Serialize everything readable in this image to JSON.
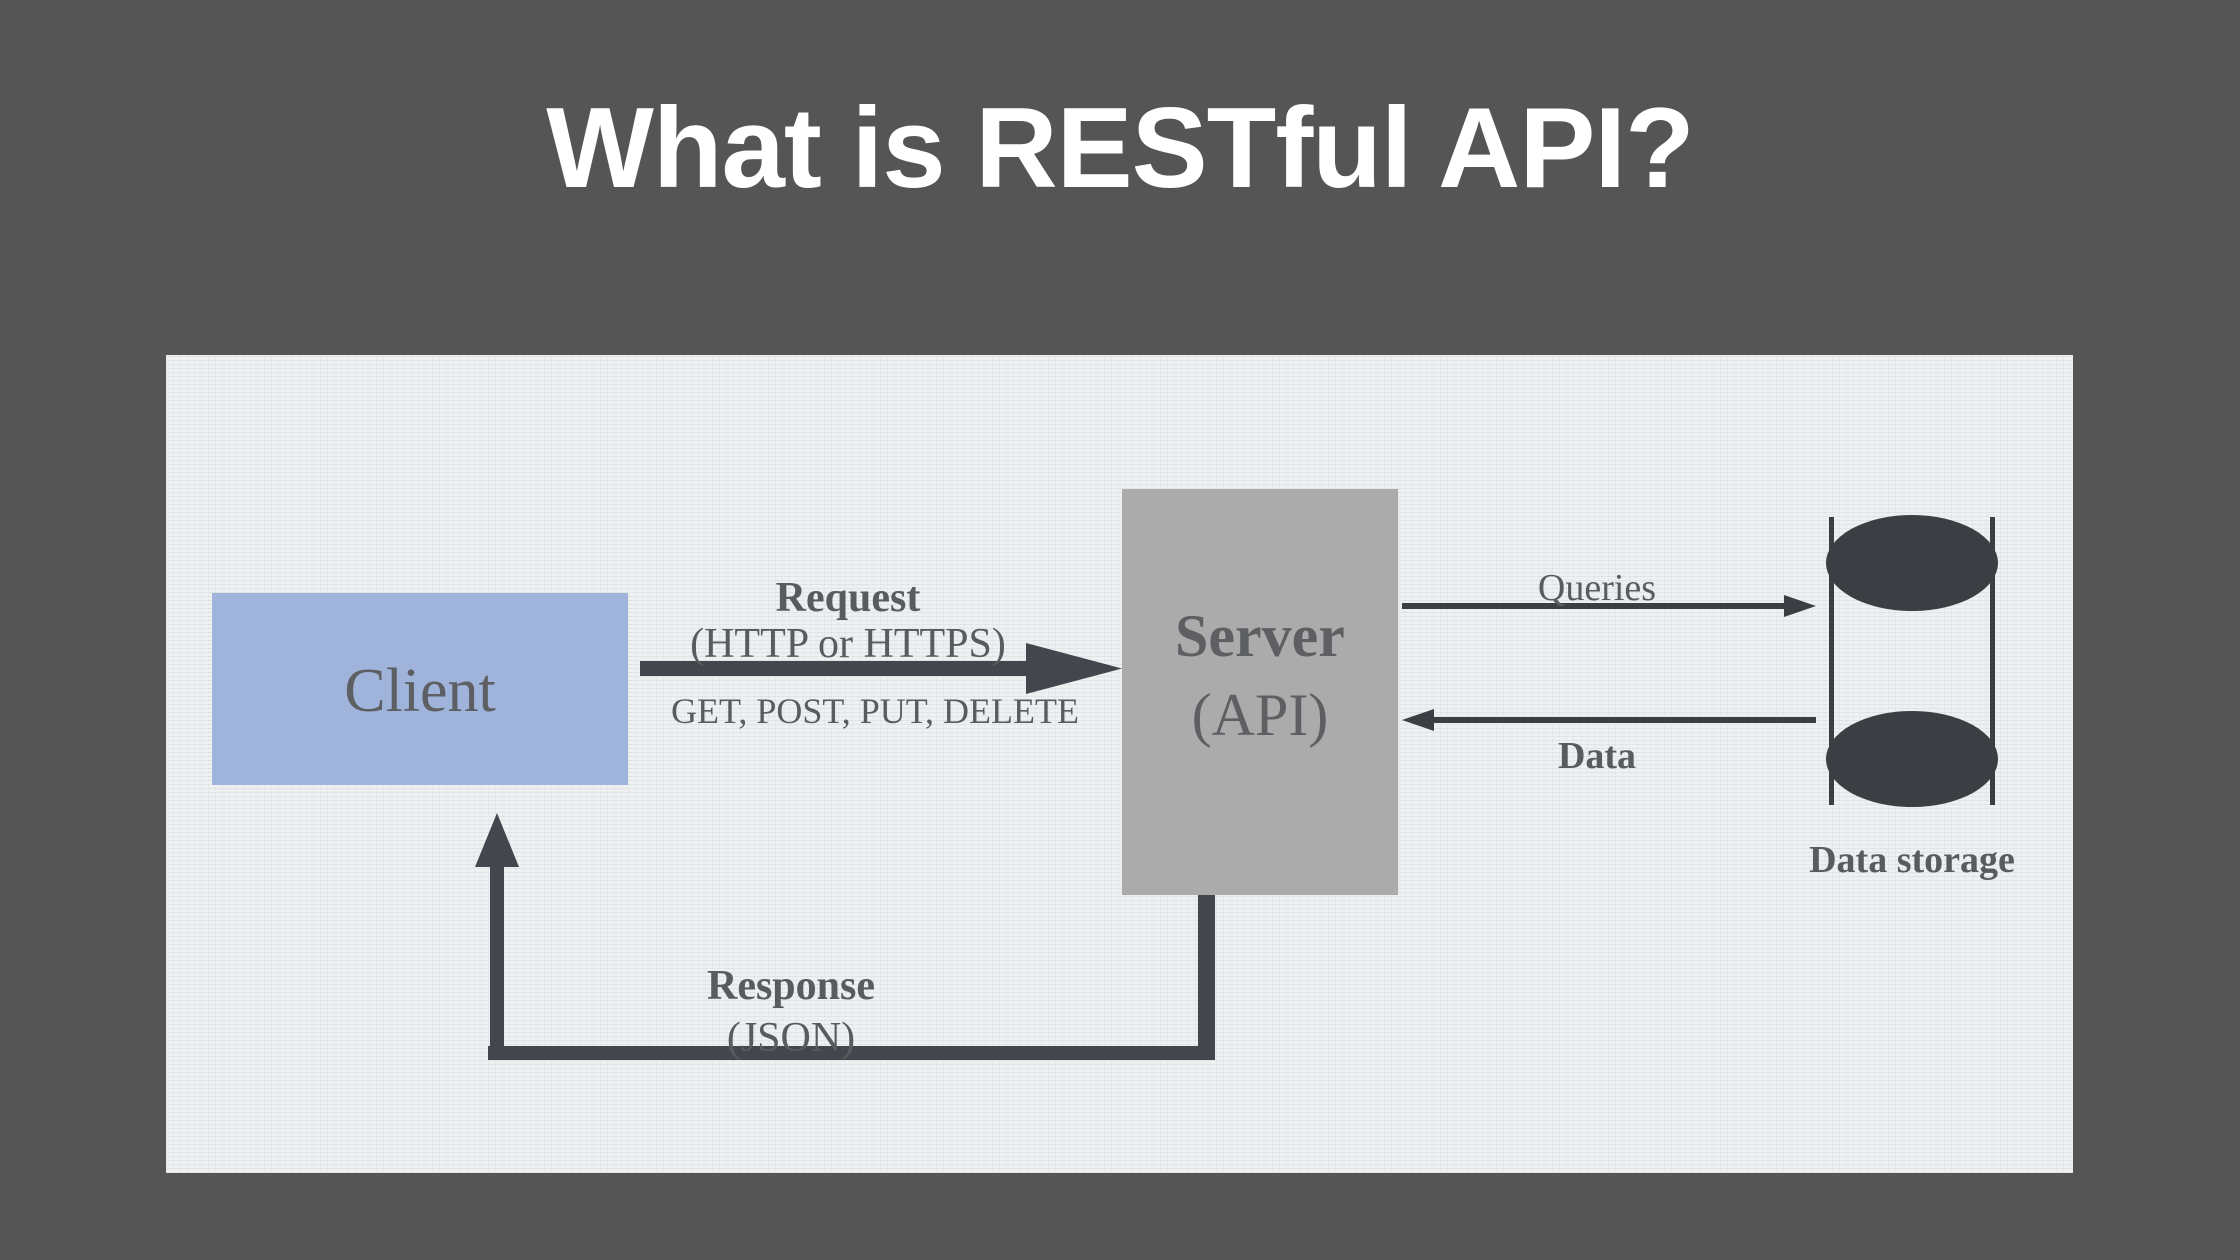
{
  "slide": {
    "title": "What is RESTful API?",
    "background_color": "#555555",
    "title_color": "#ffffff"
  },
  "diagram": {
    "panel_color": "#eef0f2",
    "nodes": {
      "client": {
        "label": "Client",
        "fill_color": "#9fb3db",
        "text_color": "#5d5f63"
      },
      "server": {
        "label": "Server",
        "sublabel": "(API)",
        "fill_color": "#ababab",
        "text_color": "#5d5f63"
      },
      "data_storage": {
        "label": "Data storage",
        "shape": "cylinder-icon",
        "fill_color": "#3c3e44",
        "text_color": "#595b5e"
      }
    },
    "edges": {
      "request": {
        "label": "Request",
        "protocol": "(HTTP or HTTPS)",
        "methods": "GET, POST, PUT, DELETE",
        "direction": "client-to-server",
        "arrow_color": "#44464d"
      },
      "response": {
        "label": "Response",
        "format": "(JSON)",
        "direction": "server-to-client",
        "arrow_color": "#44464d"
      },
      "queries": {
        "label": "Queries",
        "direction": "server-to-storage",
        "arrow_color": "#3c3e44"
      },
      "data": {
        "label": "Data",
        "direction": "storage-to-server",
        "arrow_color": "#3c3e44"
      }
    }
  }
}
